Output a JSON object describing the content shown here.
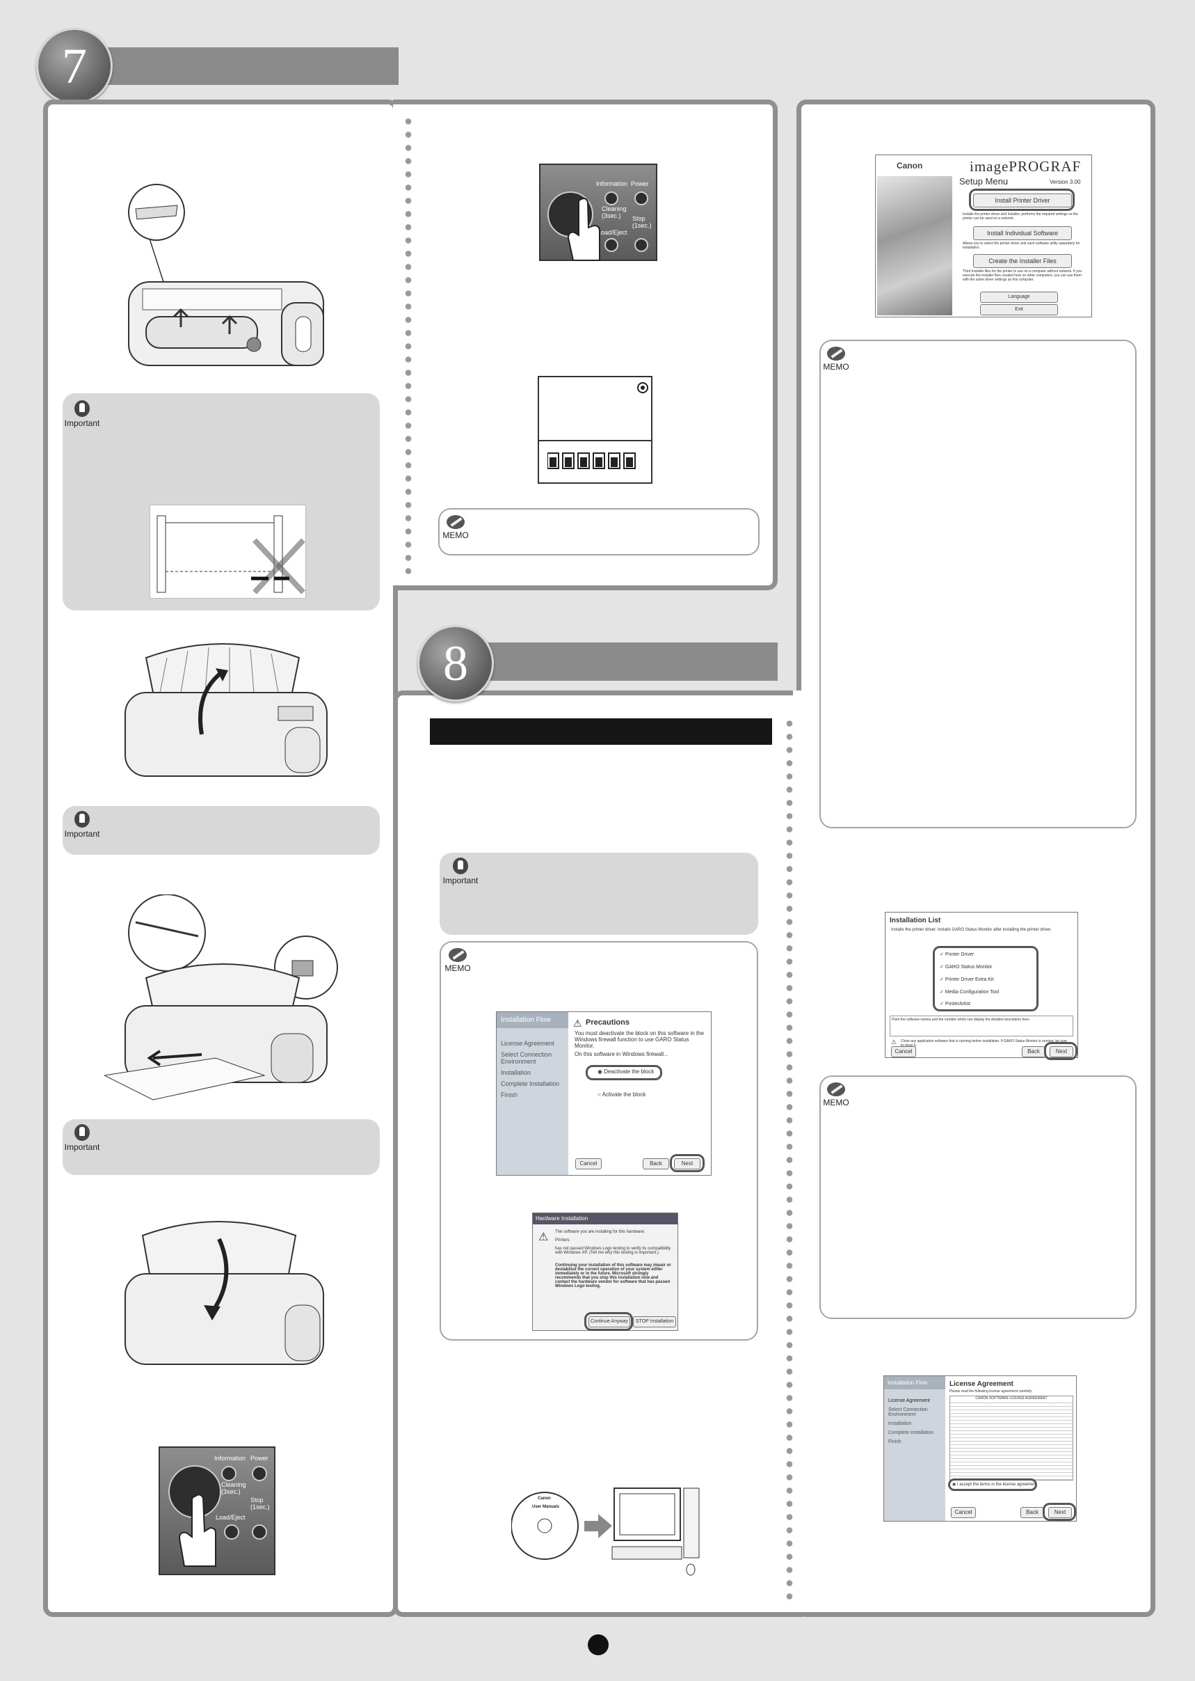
{
  "steps": [
    {
      "number": "7"
    },
    {
      "number": "8"
    }
  ],
  "labels": {
    "important": "Important",
    "memo": "MEMO"
  },
  "control_panel": {
    "information": "Information",
    "power": "Power",
    "cleaning": "Cleaning (3sec.)",
    "load_eject": "Load/Eject",
    "stop": "Stop (1sec.)"
  },
  "setup_menu": {
    "brand": "Canon",
    "product": "imagePROGRAF",
    "title": "Setup Menu",
    "version": "Version 3.00",
    "buttons": [
      {
        "label": "Install Printer Driver",
        "desc": "Installs the printer driver and Installer, performs the required settings so the printer can be used on a network."
      },
      {
        "label": "Install Individual Software",
        "desc": "Allows you to select the printer driver and each software utility separately for installation."
      },
      {
        "label": "Create the Installer Files",
        "desc": "Third Installer files for the printer to use on a computer without network. If you execute the installer files created here on other computers, you can use them with the same driver settings as this computer."
      }
    ],
    "language": "Language",
    "exit": "Exit"
  },
  "precautions_dialog": {
    "sidebar_title": "Installation Flow",
    "steps": [
      "License Agreement",
      "Select Connection Environment",
      "Installation",
      "Complete Installation",
      "Finish"
    ],
    "title": "Precautions",
    "text": "You must deactivate the block on this software in the Windows firewall function to use GARO Status Monitor.",
    "subtext": "On this software in Windows firewall...",
    "option1": "Deactivate the block",
    "option2": "Activate the block",
    "cancel": "Cancel",
    "back": "Back",
    "next": "Next"
  },
  "hardware_dialog": {
    "title": "Hardware Installation",
    "line1": "The software you are installing for this hardware:",
    "line2": "Printers",
    "line3": "has not passed Windows Logo testing to verify its compatibility with Windows XP. (Tell me why this testing is important.)",
    "warning": "Continuing your installation of this software may impair or destabilize the correct operation of your system either immediately or in the future. Microsoft strongly recommends that you stop this installation now and contact the hardware vendor for software that has passed Windows Logo testing.",
    "continue": "Continue Anyway",
    "stop": "STOP Installation"
  },
  "installation_list": {
    "title": "Installation List",
    "intro": "Installs the printer driver. Installs GARO Status Monitor after installing the printer driver.",
    "items": [
      "Printer Driver",
      "GARO Status Monitor",
      "Printer Driver Extra Kit",
      "Media Configuration Tool",
      "PosterArtist"
    ],
    "note": "Point the software names and the number which can display the detailed description here.",
    "warning": "Close any application software that is running before installation. If GARO Status Monitor is running, be sure to close it.",
    "cancel": "Cancel",
    "back": "Back",
    "next": "Next"
  },
  "license_dialog": {
    "sidebar_title": "Installation Flow",
    "steps": [
      "License Agreement",
      "Select Connection Environment",
      "Installation",
      "Complete Installation",
      "Finish"
    ],
    "title": "License Agreement",
    "subtitle": "Please read the following license agreement carefully.",
    "body_title": "CANON SOFTWARE LICENSE AGREEMENT",
    "accept": "I accept the terms in the license agreement",
    "cancel": "Cancel",
    "back": "Back",
    "next": "Next"
  },
  "cd": {
    "brand": "Canon",
    "label": "User Manuals"
  }
}
